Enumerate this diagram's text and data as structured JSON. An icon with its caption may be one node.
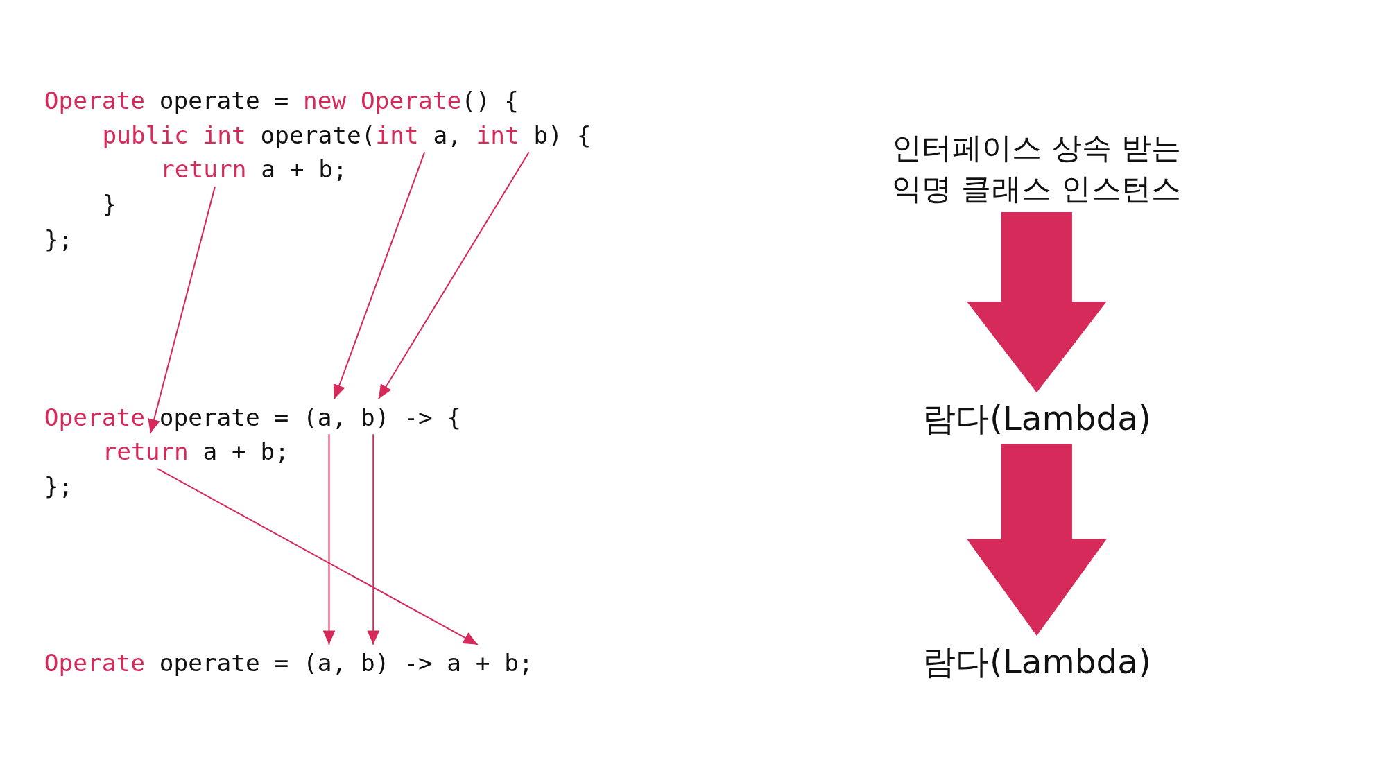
{
  "diagram": {
    "nodes": [
      {
        "text": [
          "Operate",
          "operate =",
          "new",
          "Operate",
          "() {"
        ]
      },
      {
        "text": [
          "public int",
          "operate(",
          "int",
          "a,",
          "int",
          "b) {"
        ]
      },
      {
        "text": [
          "return",
          "a + b;"
        ]
      },
      {
        "text": [
          "}"
        ]
      },
      {
        "text": [
          "};"
        ]
      },
      {
        "text": [
          "Operate",
          "operate = (a, b) -> {"
        ]
      },
      {
        "text": [
          "return",
          "a + b;"
        ]
      },
      {
        "text": [
          "};"
        ]
      },
      {
        "text": [
          "Operate",
          "operate = (a, b) -> a + b;"
        ]
      },
      {
        "text": [
          "인터페이스 상속 받는 익명 클래스 인스턴스"
        ]
      },
      {
        "text": [
          "람다(Lambda)"
        ]
      },
      {
        "text": [
          "람다(Lambda)"
        ]
      }
    ],
    "edges": [
      {
        "from": 1,
        "to": 5,
        "arrow": "to"
      },
      {
        "from": 1,
        "to": 5,
        "arrow": "to"
      },
      {
        "from": 2,
        "to": 6,
        "arrow": "to"
      },
      {
        "from": 5,
        "to": 8,
        "arrow": "to"
      },
      {
        "from": 5,
        "to": 8,
        "arrow": "to"
      },
      {
        "from": 6,
        "to": 8,
        "arrow": "to"
      },
      {
        "from": 9,
        "to": 10,
        "arrow": "to",
        "style": "thick"
      },
      {
        "from": 10,
        "to": 11,
        "arrow": "to",
        "style": "thick"
      }
    ]
  }
}
